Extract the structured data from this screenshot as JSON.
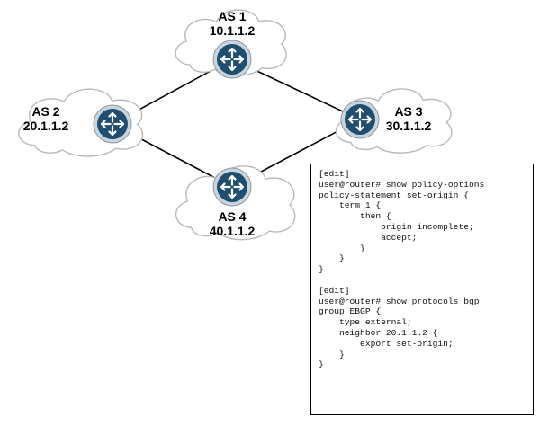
{
  "colors": {
    "router_fill": "#1f4e6e",
    "router_ring": "#c9d4dc",
    "router_arrows": "#ffffff",
    "cloud_fill": "#ffffff",
    "cloud_stroke": "#b9b9b9",
    "link": "#000000",
    "text": "#000000"
  },
  "icons": {
    "router": "router-icon",
    "cloud": "cloud-icon"
  },
  "nodes": [
    {
      "id": "as1",
      "name": "AS 1",
      "address": "10.1.1.2"
    },
    {
      "id": "as2",
      "name": "AS 2",
      "address": "20.1.1.2"
    },
    {
      "id": "as3",
      "name": "AS 3",
      "address": "30.1.1.2"
    },
    {
      "id": "as4",
      "name": "AS 4",
      "address": "40.1.1.2"
    }
  ],
  "links": [
    {
      "from": "as1",
      "to": "as2"
    },
    {
      "from": "as1",
      "to": "as3"
    },
    {
      "from": "as2",
      "to": "as4"
    },
    {
      "from": "as4",
      "to": "as3"
    }
  ],
  "config": {
    "lines": [
      "[edit]",
      "user@router# show policy-options",
      "policy-statement set-origin {",
      "    term 1 {",
      "        then {",
      "            origin incomplete;",
      "            accept;",
      "        }",
      "    }",
      "}",
      "",
      "[edit]",
      "user@router# show protocols bgp",
      "group EBGP {",
      "    type external;",
      "    neighbor 20.1.1.2 {",
      "        export set-origin;",
      "    }",
      "}"
    ]
  }
}
